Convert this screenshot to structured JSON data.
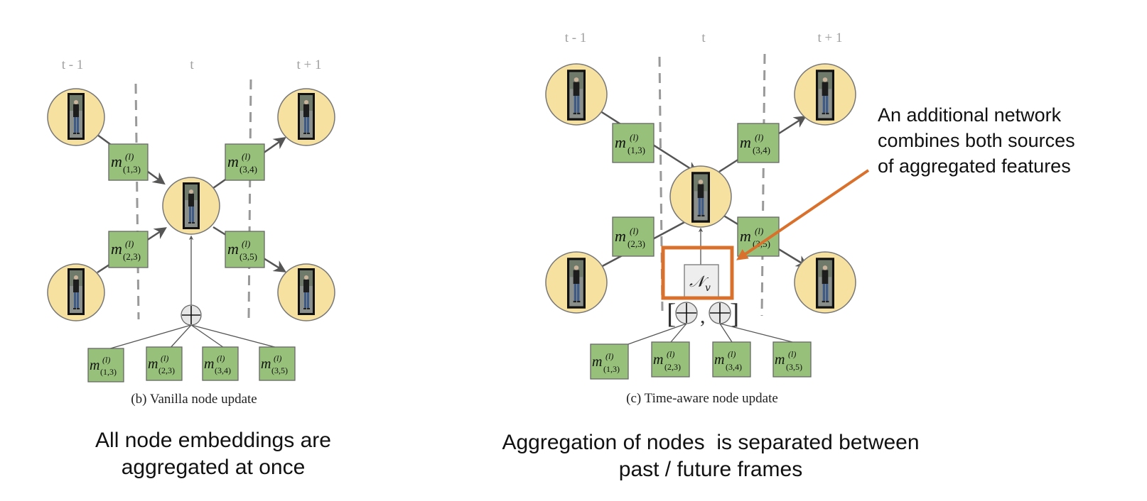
{
  "colors": {
    "node_fill": "#f7e1a0",
    "node_stroke": "#777777",
    "message_fill": "#97c07a",
    "message_stroke": "#666666",
    "edge": "#555555",
    "divider": "#999999",
    "highlight": "#d9702b",
    "nv_fill": "#eeeeee",
    "sum_fill": "#e6e6e6"
  },
  "time_labels": [
    "t - 1",
    "t",
    "t + 1"
  ],
  "message_symbol": "m",
  "message_superscript": "(l)",
  "message_indices": [
    "(1,3)",
    "(2,3)",
    "(3,4)",
    "(3,5)"
  ],
  "panels": [
    {
      "id": "vanilla",
      "caption": "(b) Vanilla node update",
      "aggregator": "⊕",
      "description": "All node embeddings are aggregated at once"
    },
    {
      "id": "time-aware",
      "caption": "(c) Time-aware node update",
      "aggregator_past": "⊕",
      "aggregator_future": "⊕",
      "network_label": "𝒩",
      "network_subscript": "v",
      "description": "Aggregation of nodes  is separated between past / future frames"
    }
  ],
  "annotation": {
    "line1": "An additional network",
    "line2": "combines both sources",
    "line3": "of aggregated features"
  },
  "descriptions": {
    "left_line1": "All node embeddings are",
    "left_line2": "aggregated at once",
    "right_line1": "Aggregation of nodes  is separated between",
    "right_line2": "past / future frames"
  }
}
